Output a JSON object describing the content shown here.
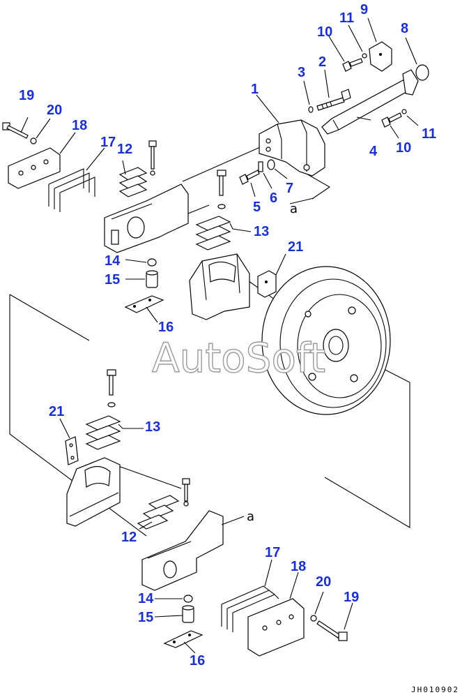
{
  "diagram": {
    "callouts": [
      {
        "id": "c1",
        "text": "1"
      },
      {
        "id": "c2",
        "text": "2"
      },
      {
        "id": "c3",
        "text": "3"
      },
      {
        "id": "c4",
        "text": "4"
      },
      {
        "id": "c5",
        "text": "5"
      },
      {
        "id": "c6",
        "text": "6"
      },
      {
        "id": "c7",
        "text": "7"
      },
      {
        "id": "c8",
        "text": "8"
      },
      {
        "id": "c9",
        "text": "9"
      },
      {
        "id": "c10a",
        "text": "10"
      },
      {
        "id": "c10b",
        "text": "10"
      },
      {
        "id": "c11a",
        "text": "11"
      },
      {
        "id": "c11b",
        "text": "11"
      },
      {
        "id": "c12a",
        "text": "12"
      },
      {
        "id": "c12b",
        "text": "12"
      },
      {
        "id": "c13a",
        "text": "13"
      },
      {
        "id": "c13b",
        "text": "13"
      },
      {
        "id": "c14a",
        "text": "14"
      },
      {
        "id": "c14b",
        "text": "14"
      },
      {
        "id": "c15a",
        "text": "15"
      },
      {
        "id": "c15b",
        "text": "15"
      },
      {
        "id": "c16a",
        "text": "16"
      },
      {
        "id": "c16b",
        "text": "16"
      },
      {
        "id": "c17a",
        "text": "17"
      },
      {
        "id": "c17b",
        "text": "17"
      },
      {
        "id": "c18a",
        "text": "18"
      },
      {
        "id": "c18b",
        "text": "18"
      },
      {
        "id": "c19a",
        "text": "19"
      },
      {
        "id": "c19b",
        "text": "19"
      },
      {
        "id": "c20a",
        "text": "20"
      },
      {
        "id": "c20b",
        "text": "20"
      },
      {
        "id": "c21a",
        "text": "21"
      },
      {
        "id": "c21b",
        "text": "21"
      }
    ],
    "reference_letter_1": "a",
    "reference_letter_2": "a",
    "watermark": "AutoSoft",
    "drawing_code": "JH010902",
    "callout_color": "#1a2fd0"
  }
}
